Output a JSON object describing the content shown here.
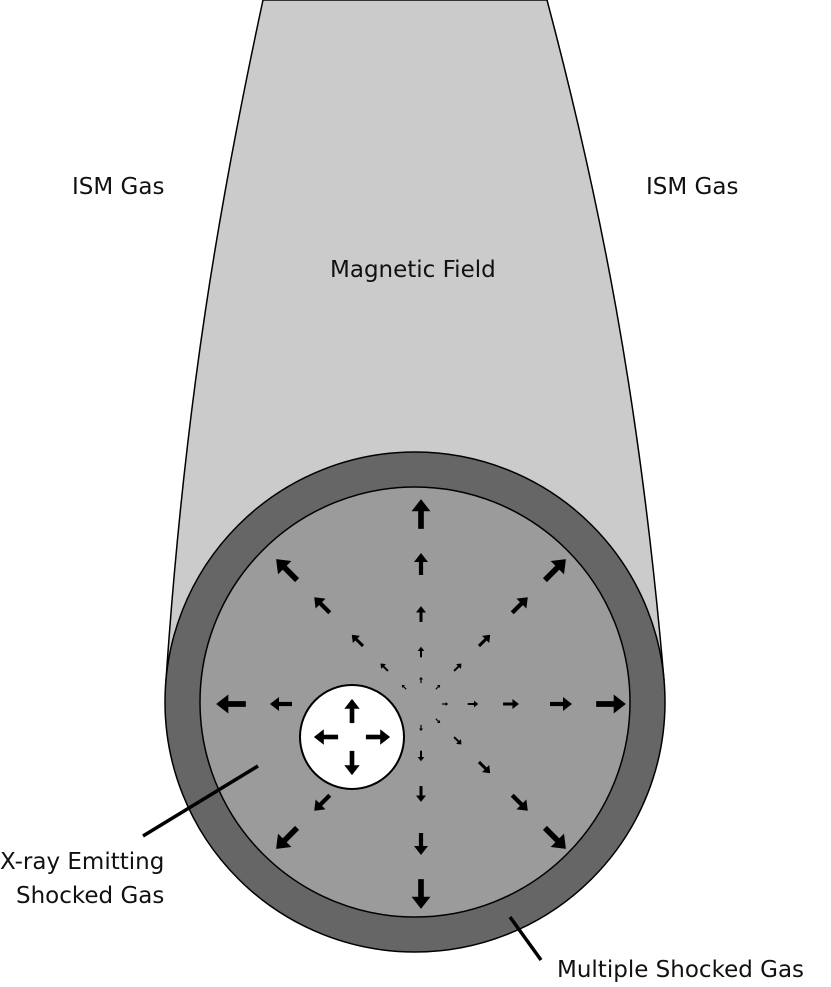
{
  "labels": {
    "ism_left": "ISM Gas",
    "ism_right": "ISM Gas",
    "magnetic_field": "Magnetic Field",
    "xray_line1": "X-ray Emitting",
    "xray_line2": "Shocked Gas",
    "multiple_shocked": "Multiple Shocked Gas"
  },
  "colors": {
    "tube": "#cbcbcb",
    "outer_ring": "#666666",
    "inner_disk": "#9b9b9b",
    "bubble": "#ffffff",
    "arrow": "#000000",
    "outline": "#000000"
  }
}
